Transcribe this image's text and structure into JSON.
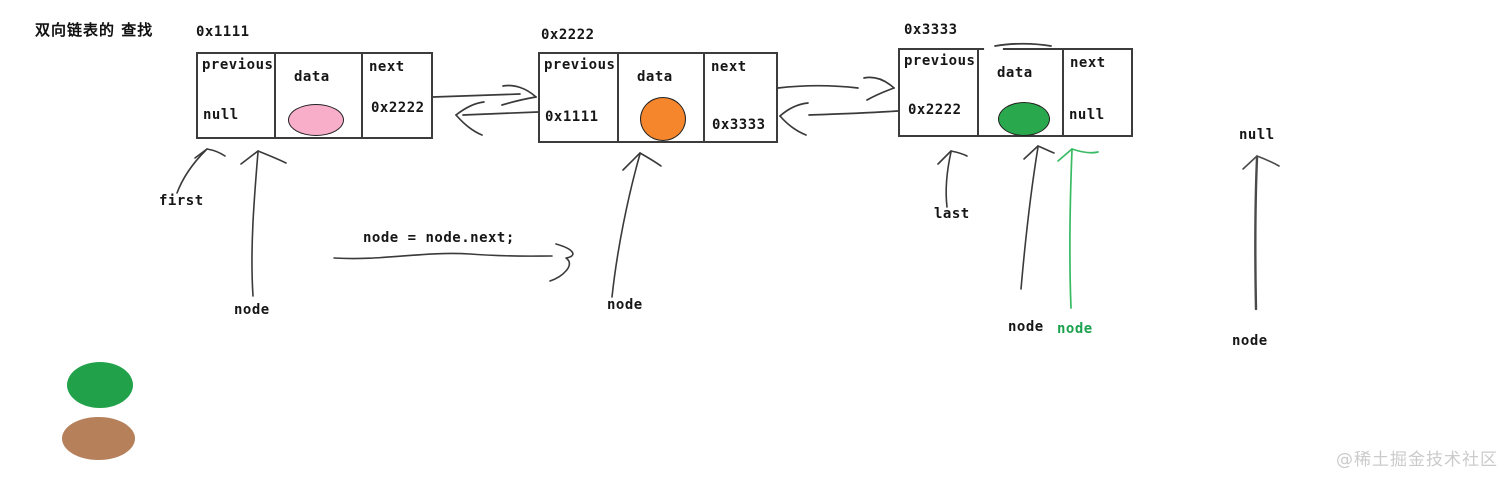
{
  "title": "双向链表的 查找",
  "nodes": [
    {
      "address": "0x1111",
      "previous_label": "previous",
      "previous_value": "null",
      "data_label": "data",
      "data_fill": "#f8aec8",
      "next_label": "next",
      "next_value": "0x2222"
    },
    {
      "address": "0x2222",
      "previous_label": "previous",
      "previous_value": "0x1111",
      "data_label": "data",
      "data_fill": "#f6862b",
      "next_label": "next",
      "next_value": "0x3333"
    },
    {
      "address": "0x3333",
      "previous_label": "previous",
      "previous_value": "0x2222",
      "data_label": "data",
      "data_fill": "#2aa84e",
      "next_label": "next",
      "next_value": "null"
    }
  ],
  "pointers": {
    "first_label": "first",
    "node_label_1": "node",
    "code_statement": "node = node.next;",
    "node_label_2": "node",
    "last_label": "last",
    "node_label_3": "node",
    "node_label_green": "node",
    "null_label": "null",
    "node_label_4": "node"
  },
  "colors": {
    "arrow_black": "#3a3a3a",
    "arrow_dark": "#4a4a4a",
    "green_arrow": "#38bb63",
    "green_label": "#1ca24e",
    "bottom_green": "#21a24a",
    "bottom_brown": "#b5805a"
  },
  "watermark": "@稀土掘金技术社区"
}
